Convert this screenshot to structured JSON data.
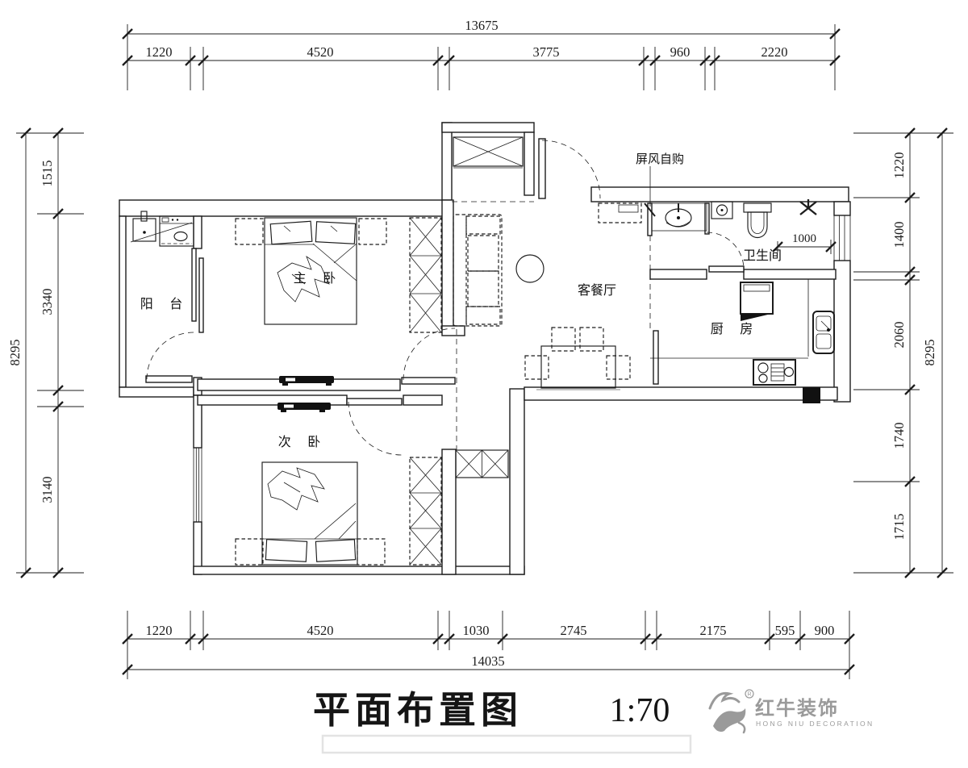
{
  "document": {
    "title": "平面布置图",
    "scale_label": "1:70"
  },
  "logo": {
    "brand_cn": "红牛装饰",
    "brand_en": "HONG NIU DECORATION",
    "registered": "R"
  },
  "rooms": {
    "balcony": "阳 台",
    "master_bedroom": "主 卧",
    "second_bedroom": "次 卧",
    "living_dining": "客餐厅",
    "bathroom": "卫生间",
    "kitchen": "厨 房"
  },
  "annotations": {
    "screen_note": "屏风自购",
    "bath_width": "1000"
  },
  "dims": {
    "top": {
      "overall": "13675",
      "seg": [
        "1220",
        "4520",
        "3775",
        "960",
        "2220"
      ]
    },
    "bottom": {
      "overall": "14035",
      "seg": [
        "1220",
        "4520",
        "1030",
        "2745",
        "2175",
        "595",
        "900"
      ]
    },
    "left": {
      "overall": "8295",
      "seg": [
        "1515",
        "3340",
        "3140"
      ]
    },
    "right": {
      "overall": "8295",
      "seg": [
        "1220",
        "1400",
        "2060",
        "1740",
        "1715"
      ]
    }
  },
  "colors": {
    "ink": "#1c1c1c",
    "logo_gray": "#9a9a9a",
    "footer_box": "#e3e3e3"
  }
}
